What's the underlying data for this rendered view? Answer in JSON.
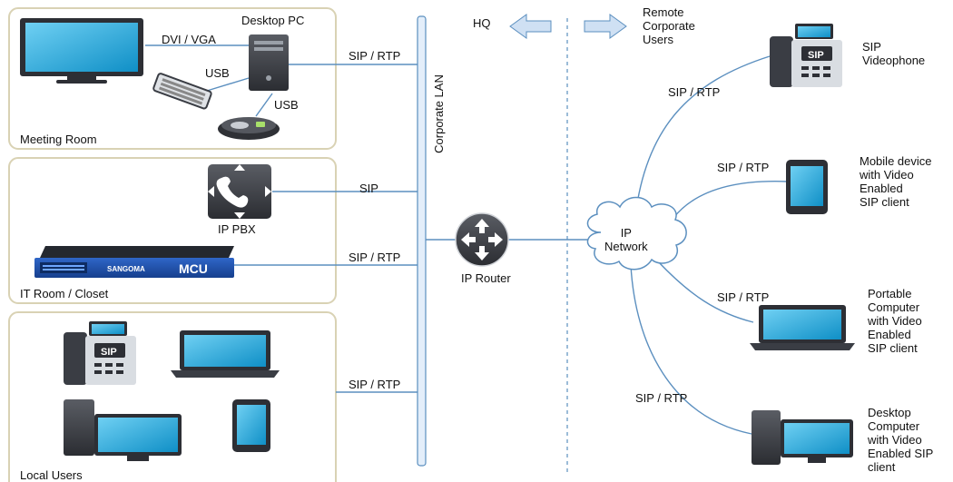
{
  "rooms": {
    "meeting_room": "Meeting Room",
    "it_room": "IT Room / Closet",
    "local_users": "Local Users"
  },
  "devices": {
    "desktop_pc": "Desktop PC",
    "ip_pbx": "IP PBX",
    "ip_router": "IP Router",
    "mcu_brand": "SANGOMA",
    "mcu_label": "MCU",
    "sip_badge": "SIP"
  },
  "links": {
    "dvi_vga": "DVI / VGA",
    "usb_keyboard": "USB",
    "usb_phone": "USB",
    "meeting_room_uplink": "SIP / RTP",
    "pbx_uplink": "SIP",
    "mcu_uplink": "SIP / RTP",
    "local_users_uplink": "SIP / RTP",
    "videophone_link": "SIP / RTP",
    "mobile_link": "SIP / RTP",
    "portable_link": "SIP / RTP",
    "desktop_link": "SIP / RTP"
  },
  "lan": {
    "label": "Corporate LAN"
  },
  "wan": {
    "hq": "HQ",
    "remote_users": "Remote\nCorporate\nUsers",
    "ip_network": "IP\nNetwork"
  },
  "remote": {
    "videophone": "SIP\nVideophone",
    "mobile": "Mobile device\nwith Video\nEnabled\nSIP client",
    "portable": "Portable\nComputer\nwith Video\nEnabled\nSIP client",
    "desktop": "Desktop\nComputer\nwith Video\nEnabled SIP\nclient"
  },
  "colors": {
    "line": "#5b8fbf",
    "arrow_fill": "#cfe0f3",
    "room_border": "#d9d2b4",
    "screen": "#1aa3d9",
    "device_dark": "#3a3d44",
    "mcu_blue": "#1f4fa8"
  }
}
